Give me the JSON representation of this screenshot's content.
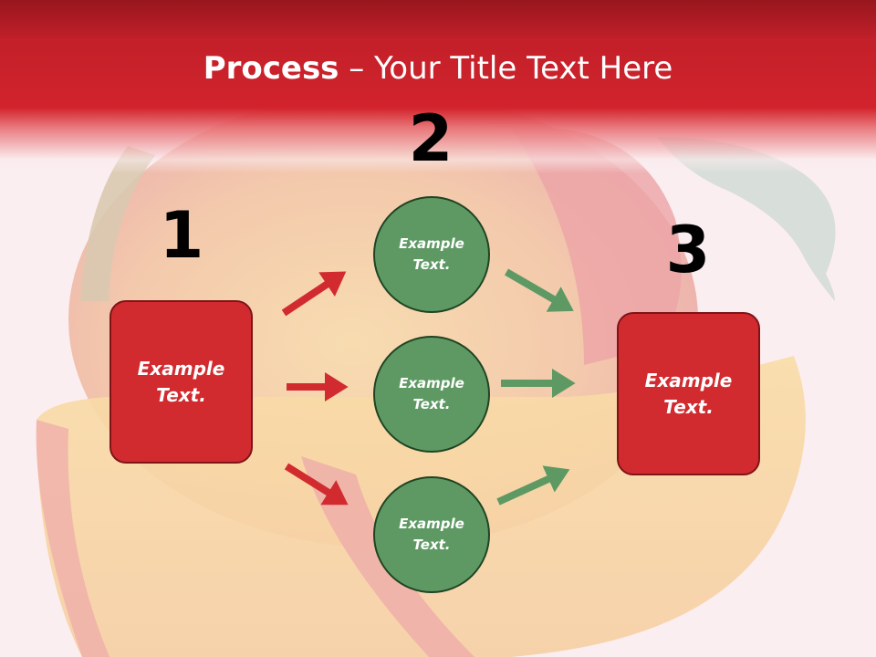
{
  "title": {
    "bold": "Process",
    "rest": " – Your Title Text Here"
  },
  "steps": [
    "1",
    "2",
    "3"
  ],
  "box_left": {
    "line1": "Example",
    "line2": "Text."
  },
  "box_right": {
    "line1": "Example",
    "line2": "Text."
  },
  "circles": [
    {
      "line1": "Example",
      "line2": "Text."
    },
    {
      "line1": "Example",
      "line2": "Text."
    },
    {
      "line1": "Example",
      "line2": "Text."
    }
  ],
  "colors": {
    "header": "#d2232c",
    "box": "#d12b30",
    "circle": "#5e9964",
    "arrow_red": "#d12b30",
    "arrow_green": "#5e9964"
  }
}
